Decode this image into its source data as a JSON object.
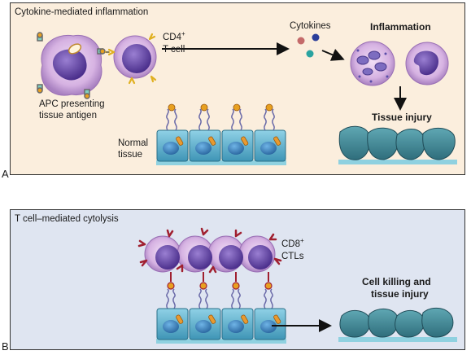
{
  "panel_a": {
    "letter": "A",
    "title": "Cytokine-mediated inflammation",
    "apc_label_line1": "APC presenting",
    "apc_label_line2": "tissue antigen",
    "cd4_label": "CD4",
    "cd4_sup": "+",
    "tcell_label": "T cell",
    "cytokines_label": "Cytokines",
    "inflammation_label": "Inflammation",
    "tissue_injury_label": "Tissue injury",
    "normal_tissue_line1": "Normal",
    "normal_tissue_line2": "tissue"
  },
  "panel_b": {
    "letter": "B",
    "title": "T cell–mediated cytolysis",
    "cd8_label": "CD8",
    "cd8_sup": "+",
    "ctls_label": "CTLs",
    "killing_line1": "Cell killing and",
    "killing_line2": "tissue injury"
  },
  "colors": {
    "panel_a_bg": "#fbeedd",
    "panel_b_bg": "#dfe5f1",
    "cell_membrane": "#c9a0d8",
    "nucleus": "#6a4aa8",
    "tissue_cell": "#5aa8c8",
    "damaged_tissue": "#3d7f8f",
    "receptor": "#e8a020",
    "ctl_receptor": "#a02030"
  }
}
